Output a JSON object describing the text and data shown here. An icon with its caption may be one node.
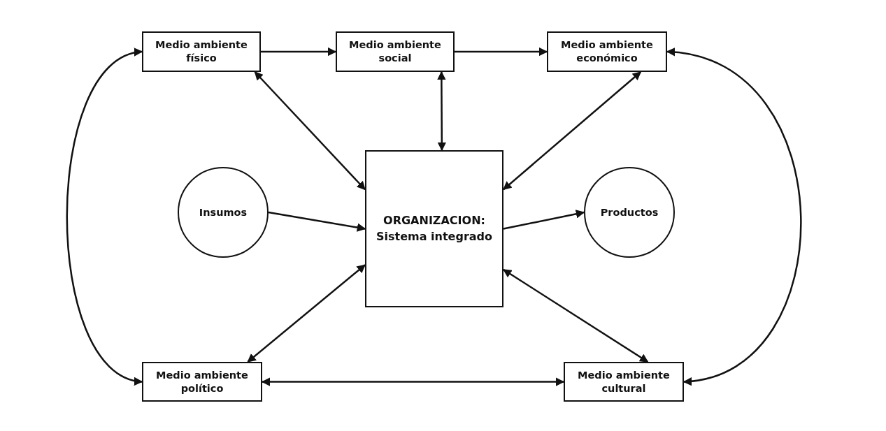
{
  "diagram": {
    "nodes": [
      {
        "text": [
          "Medio ambiente físico"
        ]
      },
      {
        "text": [
          "Medio ambiente social"
        ]
      },
      {
        "text": [
          "Medio ambiente económico"
        ]
      },
      {
        "text": [
          "ORGANIZACION:",
          "Sistema integrado"
        ]
      },
      {
        "text": [
          "Insumos"
        ]
      },
      {
        "text": [
          "Productos"
        ]
      },
      {
        "text": [
          "Medio ambiente político"
        ]
      },
      {
        "text": [
          "Medio ambiente cultural"
        ]
      }
    ],
    "edges": [
      {
        "from": 0,
        "to": 1,
        "arrow": "to"
      },
      {
        "from": 1,
        "to": 2,
        "arrow": "to"
      },
      {
        "from": 0,
        "to": 3,
        "arrow": "both"
      },
      {
        "from": 1,
        "to": 3,
        "arrow": "both"
      },
      {
        "from": 2,
        "to": 3,
        "arrow": "both"
      },
      {
        "from": 4,
        "to": 3,
        "arrow": "to"
      },
      {
        "from": 3,
        "to": 5,
        "arrow": "to"
      },
      {
        "from": 6,
        "to": 3,
        "arrow": "both"
      },
      {
        "from": 7,
        "to": 3,
        "arrow": "both"
      },
      {
        "from": 6,
        "to": 7,
        "arrow": "both"
      },
      {
        "from": 0,
        "to": 6,
        "arrow": "both"
      },
      {
        "from": 2,
        "to": 7,
        "arrow": "both"
      }
    ]
  }
}
